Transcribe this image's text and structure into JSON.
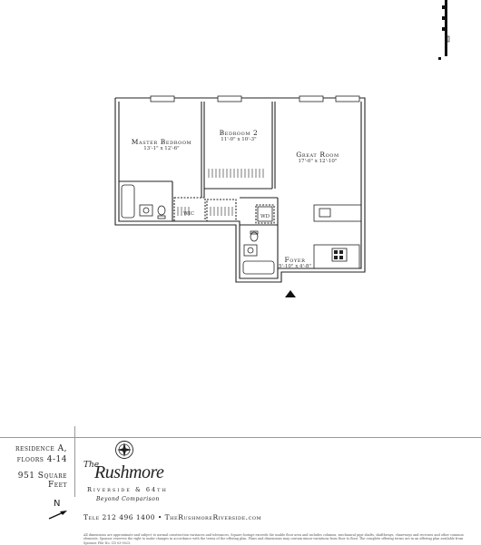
{
  "plan": {
    "rooms": [
      {
        "key": "master",
        "name": "Master Bedroom",
        "dims": "13'-1\" x 12'-6\""
      },
      {
        "key": "bedroom",
        "name": "Bedroom 2",
        "dims": "11'-0\" x 10'-3\""
      },
      {
        "key": "great",
        "name": "Great Room",
        "dims": "17'-0\" x 12'-10\""
      },
      {
        "key": "foyer",
        "name": "Foyer",
        "dims": "5'-10\" x 4'-8\""
      }
    ],
    "wic_label": "WIC",
    "wd_label": "WD"
  },
  "info": {
    "residence_line1": "residence A,",
    "residence_line2": "floors 4-14",
    "square_feet": "951 Square Feet",
    "north_label": "N"
  },
  "brand": {
    "the": "The",
    "name": "Rushmore",
    "location": "Riverside & 64th",
    "tagline": "Beyond Comparison",
    "contact": "Tele 212 496 1400 • TheRushmoreRiverside.com"
  },
  "legal": {
    "text": "All dimensions are approximate and subject to normal construction variances and tolerances. Square footage exceeds the usable floor area and includes columns, mechanical pipe shafts, shafthways, chaseways and recesses and other common elements. Sponsor reserves the right to make changes in accordance with the terms of the offering plan. Plans and dimensions may contain minor variations from floor to floor. The complete offering terms are in an offering plan available from Sponsor. File No. CD 03-0023."
  },
  "colors": {
    "line": "#222222",
    "rule": "#999999"
  }
}
